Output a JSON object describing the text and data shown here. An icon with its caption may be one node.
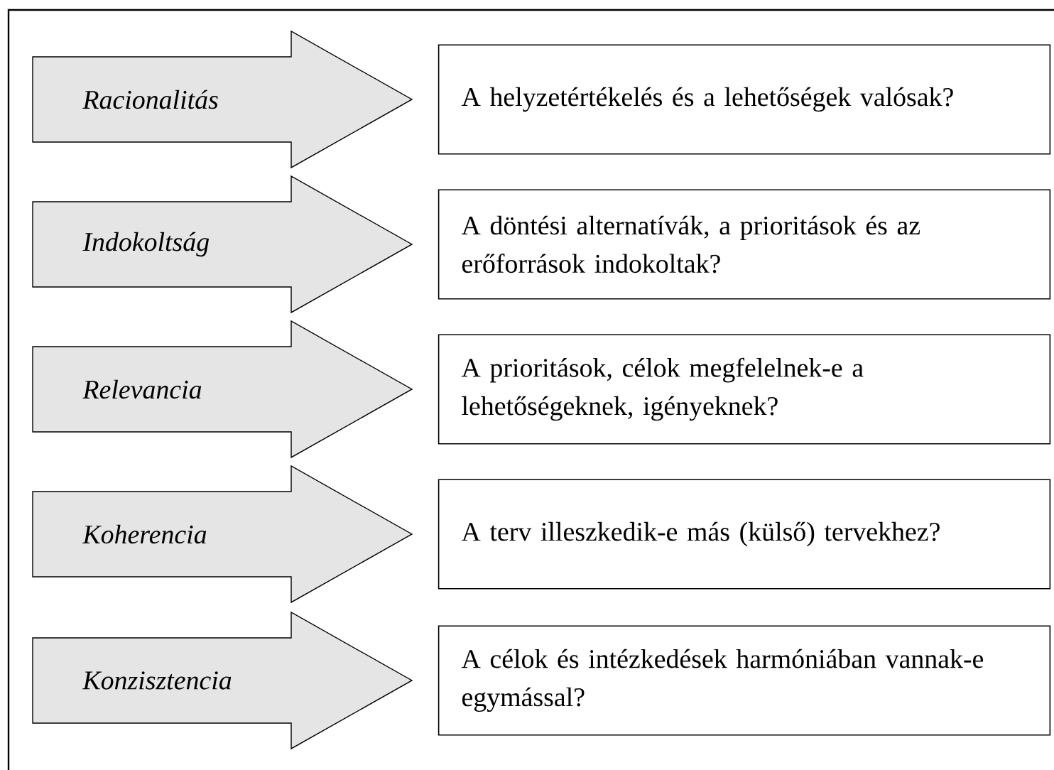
{
  "diagram": {
    "nodes": [
      {
        "text": [
          "Racionalitás"
        ]
      },
      {
        "text": [
          "A helyzetértékelés és a lehetőségek valósak?"
        ]
      },
      {
        "text": [
          "Indokoltság"
        ]
      },
      {
        "text": [
          "A döntési alternatívák, a prioritások és az erőforrások indokoltak?"
        ]
      },
      {
        "text": [
          "Relevancia"
        ]
      },
      {
        "text": [
          "A prioritások, célok megfelelnek-e a lehetőségeknek, igényeknek?"
        ]
      },
      {
        "text": [
          "Koherencia"
        ]
      },
      {
        "text": [
          "A terv illeszkedik-e más (külső) tervekhez?"
        ]
      },
      {
        "text": [
          "Konzisztencia"
        ]
      },
      {
        "text": [
          "A célok és intézkedések harmóniában vannak-e egymással?"
        ]
      }
    ]
  }
}
